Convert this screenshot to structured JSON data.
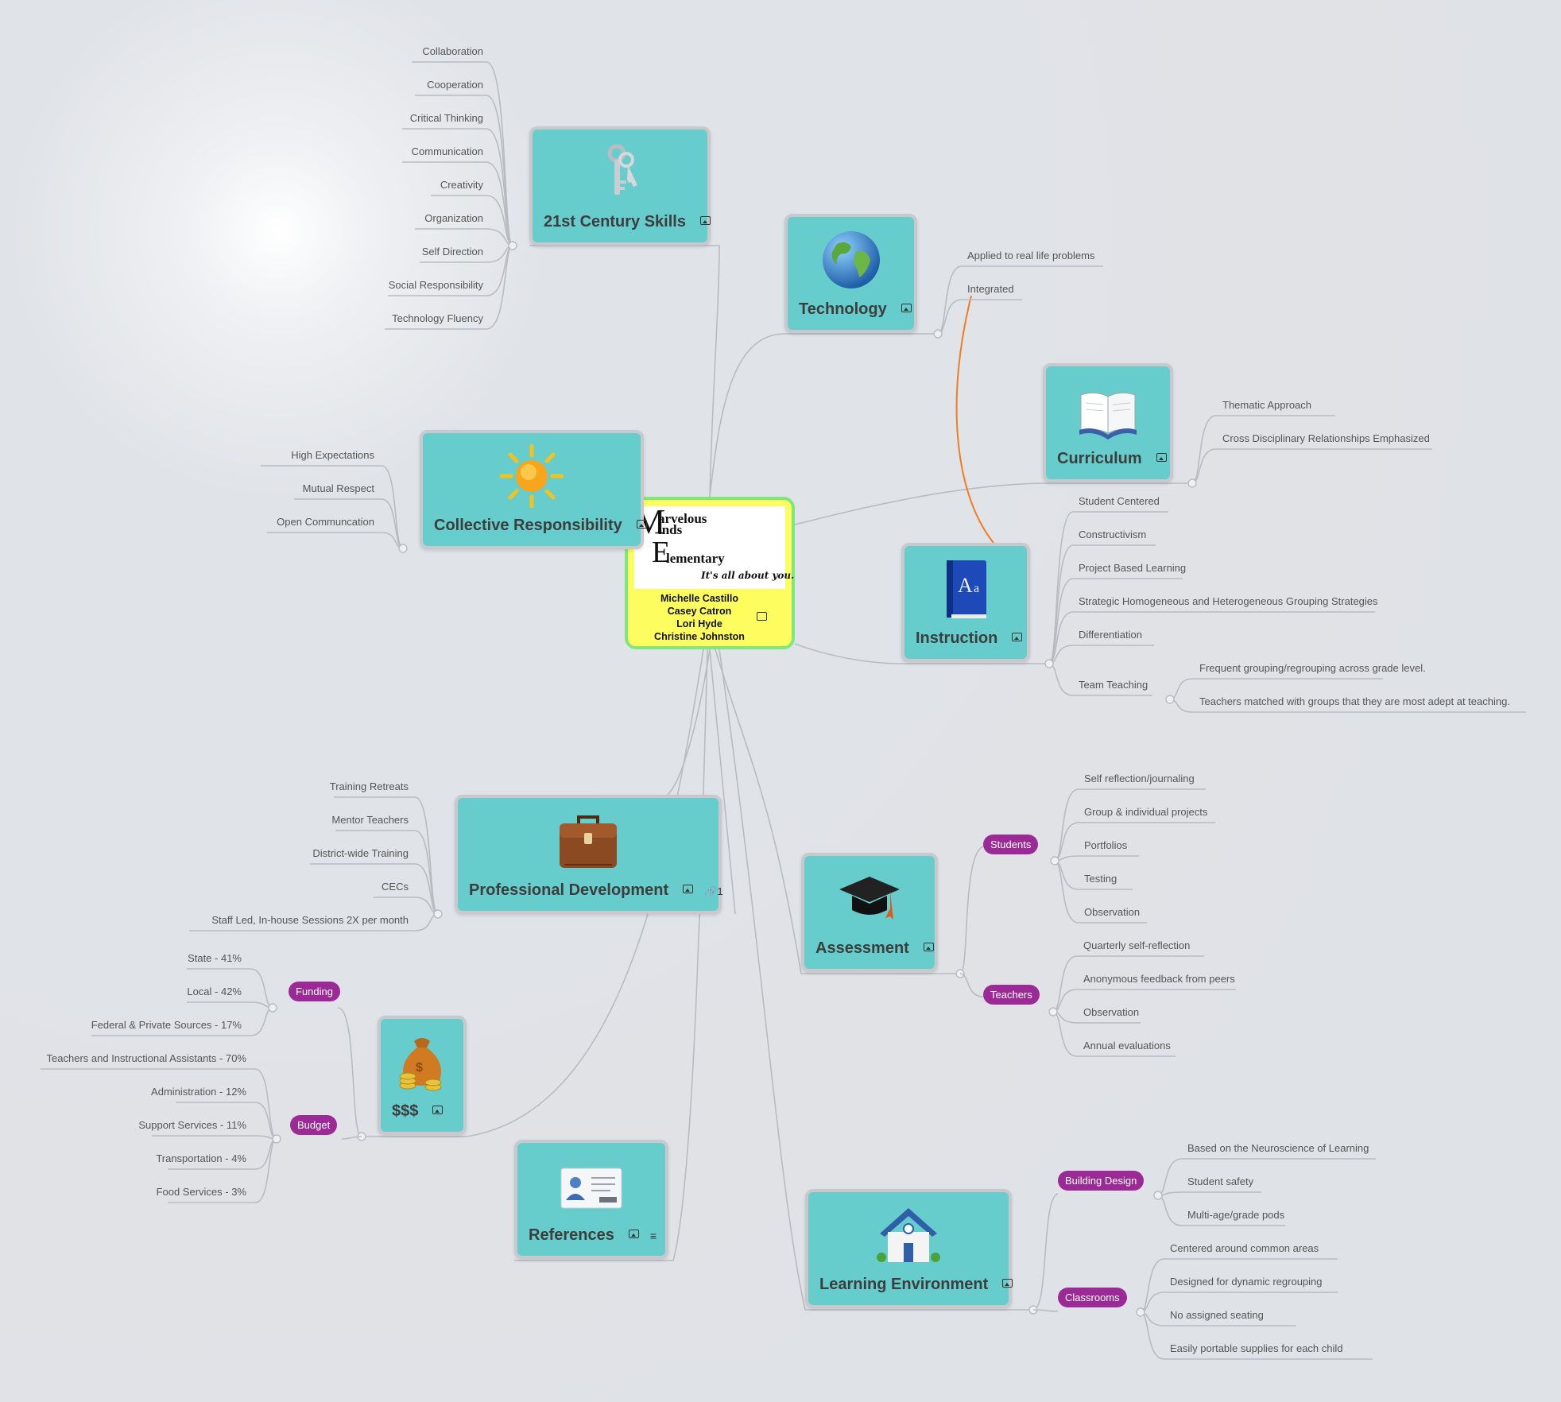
{
  "center": {
    "logo": {
      "line1": "arvelous",
      "line2": "inds",
      "line3": "lementary",
      "tagline": "It's all about you."
    },
    "authors": [
      "Michelle Castillo",
      "Casey Catron",
      "Lori Hyde",
      "Christine Johnston"
    ]
  },
  "topics": {
    "skills": {
      "title": "21st Century Skills",
      "icon": "keys-icon",
      "items": [
        "Collaboration",
        "Cooperation",
        "Critical Thinking",
        "Communication",
        "Creativity",
        "Organization",
        "Self Direction",
        "Social Responsibility",
        "Technology Fluency"
      ]
    },
    "technology": {
      "title": "Technology",
      "icon": "globe-icon",
      "items": [
        "Applied to real life problems",
        "Integrated"
      ]
    },
    "curriculum": {
      "title": "Curriculum",
      "icon": "book-icon",
      "items": [
        "Thematic Approach",
        "Cross Disciplinary Relationships Emphasized"
      ]
    },
    "collective": {
      "title": "Collective Responsibility",
      "icon": "sun-icon",
      "items": [
        "High Expectations",
        "Mutual Respect",
        "Open Communcation"
      ]
    },
    "instruction": {
      "title": "Instruction",
      "icon": "dictionary-icon",
      "items": [
        "Student Centered",
        "Constructivism",
        "Project Based Learning",
        "Strategic Homogeneous and Heterogeneous Grouping Strategies",
        "Differentiation",
        "Team Teaching"
      ],
      "team_teaching": [
        "Frequent grouping/regrouping across grade level.",
        "Teachers matched with groups that they are most adept at teaching."
      ]
    },
    "professional": {
      "title": "Professional Development",
      "icon": "briefcase-icon",
      "link_count": "1",
      "items": [
        "Training Retreats",
        "Mentor Teachers",
        "District-wide Training",
        "CECs",
        "Staff Led, In-house Sessions 2X per month"
      ]
    },
    "assessment": {
      "title": "Assessment",
      "icon": "graduation-cap-icon",
      "students": {
        "label": "Students",
        "items": [
          "Self reflection/journaling",
          "Group & individual projects",
          "Portfolios",
          "Testing",
          "Observation"
        ]
      },
      "teachers": {
        "label": "Teachers",
        "items": [
          "Quarterly self-reflection",
          "Anonymous feedback from peers",
          "Observation",
          "Annual evaluations"
        ]
      }
    },
    "money": {
      "title": "$$$",
      "icon": "money-bag-icon",
      "funding": {
        "label": "Funding",
        "items": [
          "State - 41%",
          "Local - 42%",
          "Federal & Private Sources - 17%"
        ]
      },
      "budget": {
        "label": "Budget",
        "items": [
          "Teachers and Instructional Assistants - 70%",
          "Administration - 12%",
          "Support Services - 11%",
          "Transportation - 4%",
          "Food Services - 3%"
        ]
      }
    },
    "references": {
      "title": "References",
      "icon": "id-card-icon"
    },
    "environment": {
      "title": "Learning Environment",
      "icon": "house-icon",
      "building": {
        "label": "Building Design",
        "items": [
          "Based on the Neuroscience of Learning",
          "Student safety",
          "Multi-age/grade pods"
        ]
      },
      "classrooms": {
        "label": "Classrooms",
        "items": [
          "Centered around common areas",
          "Designed for dynamic regrouping",
          "No assigned seating",
          "Easily portable supplies for each child"
        ]
      }
    }
  }
}
